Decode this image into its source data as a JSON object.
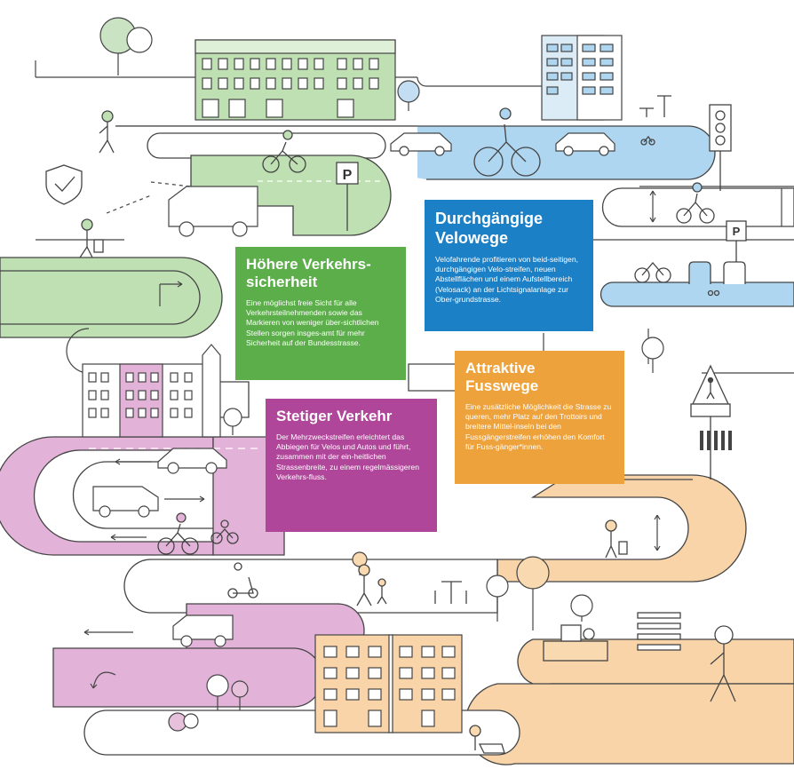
{
  "cards": {
    "velowege": {
      "title_1": "Durchgängige",
      "title_2": "Velowege",
      "text": "Velofahrende profitieren von beid-seitigen, durchgängigen Velo-streifen, neuen Abstellflächen und einem Aufstellbereich (Velosack) an der Lichtsignalanlage zur Ober-grundstrasse.",
      "color": "#1c80c6"
    },
    "sicherheit": {
      "title_1": "Höhere Verkehrs-",
      "title_2": "sicherheit",
      "text": "Eine möglichst freie Sicht für alle Verkehrsteilnehmenden sowie das Markieren von weniger über-sichtlichen Stellen sorgen insges-amt für mehr Sicherheit auf der Bundesstrasse.",
      "color": "#5cae4a"
    },
    "fusswege": {
      "title_1": "Attraktive",
      "title_2": "Fusswege",
      "text": "Eine zusätzliche Möglichkeit die Strasse zu queren, mehr Platz auf den Trottoirs und breitere Mittel-inseln bei den Fussgängerstreifen erhöhen den Komfort für Fuss-gänger*innen.",
      "color": "#eea23c"
    },
    "verkehr": {
      "title_1": "Stetiger Verkehr",
      "text": "Der Mehrzweckstreifen erleichtert das Abbiegen für Velos und Autos und führt, zusammen mit der ein-heitlichen Strassenbreite, zu einem regelmässigeren Verkehrs-fluss.",
      "color": "#b0469a"
    }
  },
  "signs": {
    "parking_1": "P",
    "parking_2": "P"
  },
  "colors": {
    "road_green": "#bfe0b3",
    "road_blue": "#aed6f0",
    "road_pink": "#e2b2d8",
    "road_orange": "#f8d4a8",
    "tree_green": "#c9e3c3",
    "tree_blue": "#c3def2",
    "tree_orange": "#f9d9b0",
    "tree_pink": "#e7c0db",
    "line": "#444444"
  }
}
